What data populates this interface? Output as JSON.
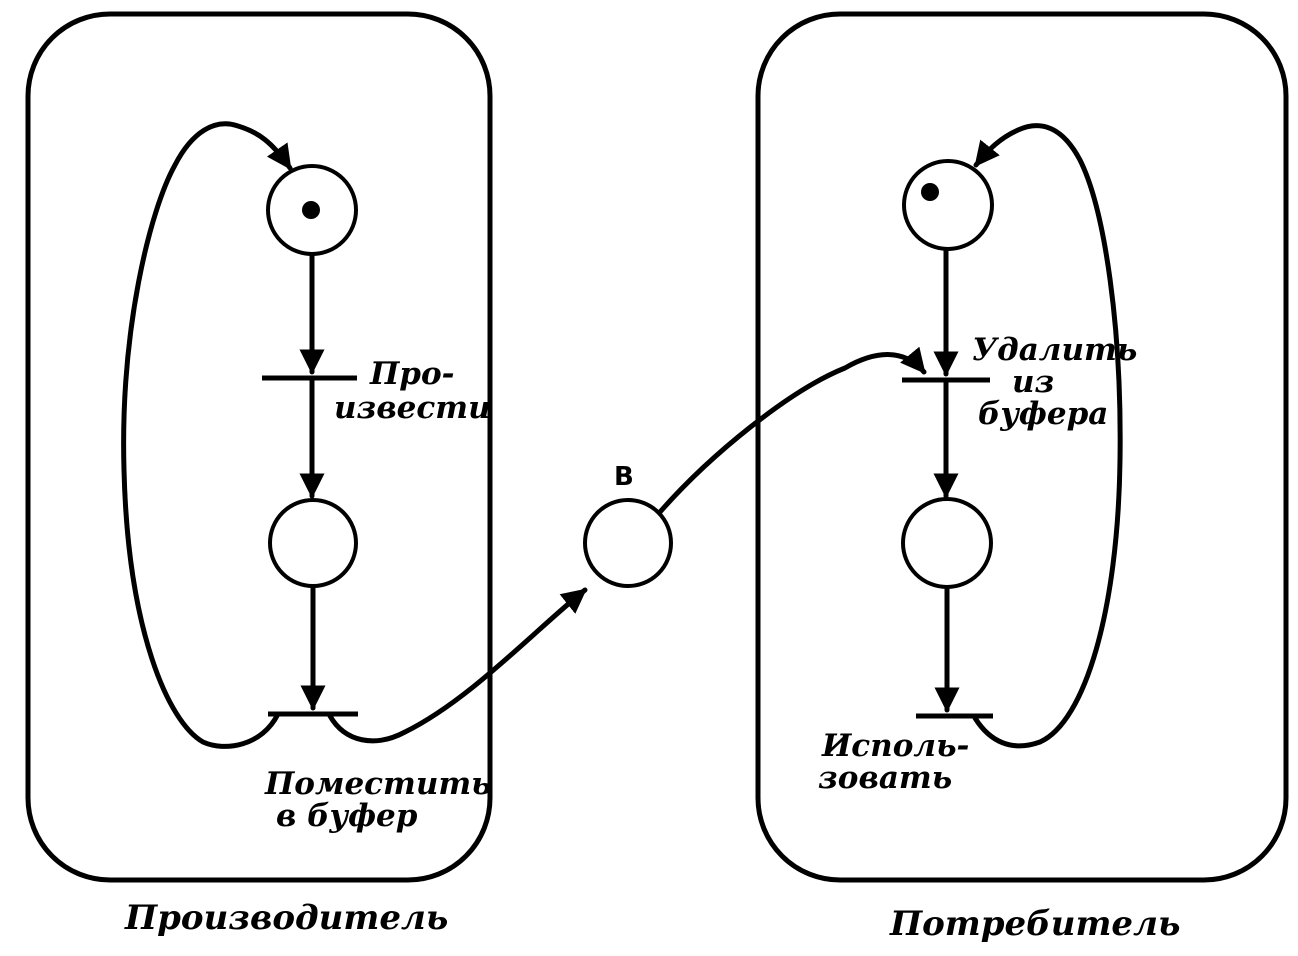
{
  "producer": {
    "caption": "Производитель",
    "transition_produce": [
      "Про-",
      "извести"
    ],
    "transition_put": [
      "Поместить",
      "в буфер"
    ],
    "start_place_marked": true,
    "middle_place_marked": false
  },
  "buffer": {
    "label": "B"
  },
  "consumer": {
    "caption": "Потребитель",
    "transition_remove": [
      "Удалить",
      "из",
      "буфера"
    ],
    "transition_use": [
      "Исполь-",
      "зовать"
    ],
    "start_place_marked": true,
    "middle_place_marked": false
  }
}
